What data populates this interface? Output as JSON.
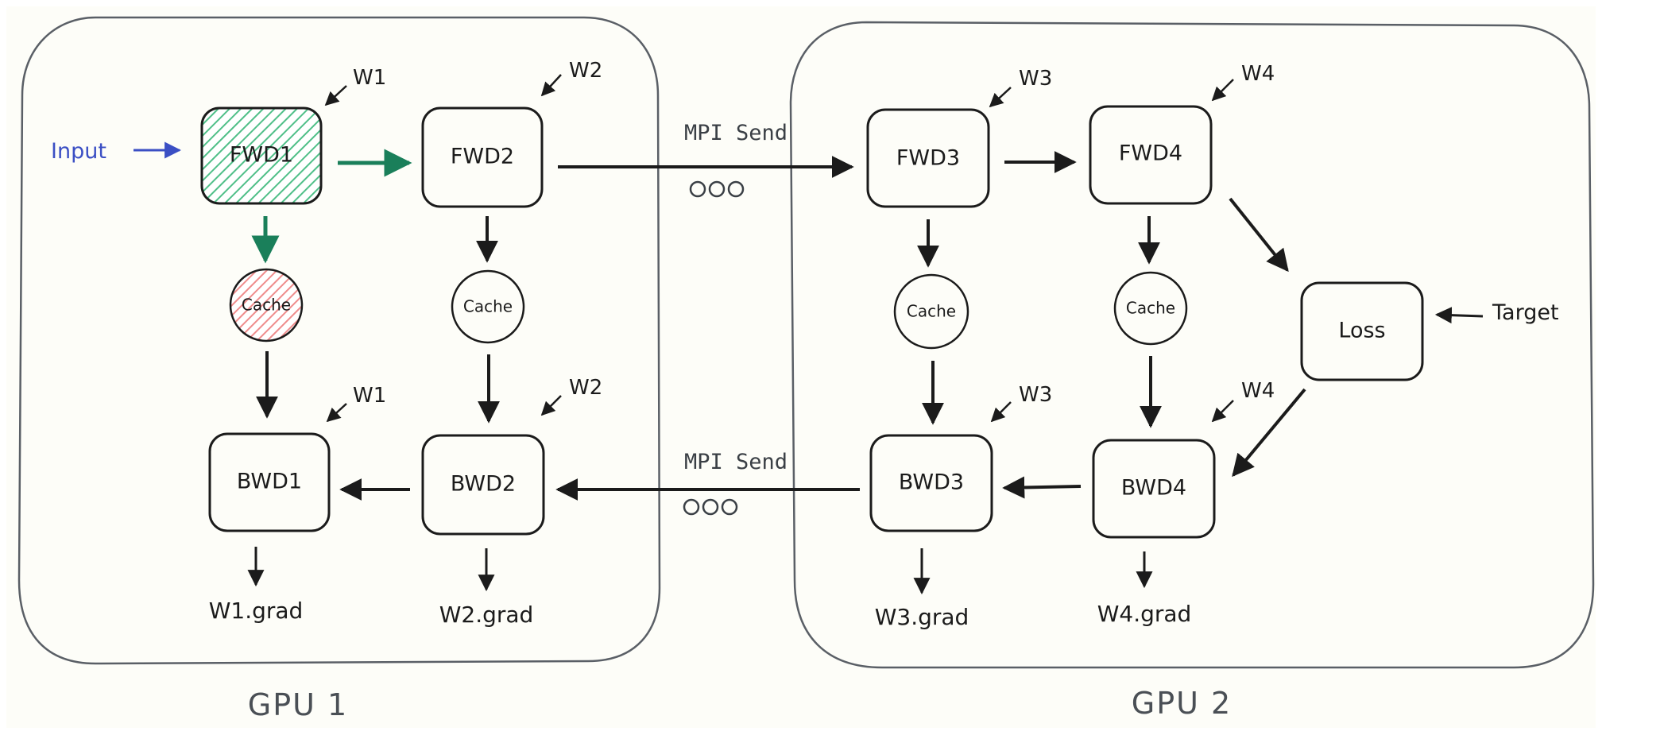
{
  "colors": {
    "background": "#fdfdf8",
    "stroke": "#1b1b1b",
    "panel_stroke": "#5a5f66",
    "input_blue": "#3b4fc4",
    "active_green": "#1a7f5a",
    "active_fill": "#a6e3c4",
    "cache_red_fill": "#f7a8a8"
  },
  "gpu1": {
    "label": "GPU 1"
  },
  "gpu2": {
    "label": "GPU 2"
  },
  "input": {
    "label": "Input"
  },
  "target": {
    "label": "Target"
  },
  "loss": {
    "label": "Loss"
  },
  "mpi_forward": {
    "label": "MPI Send"
  },
  "mpi_backward": {
    "label": "MPI Send"
  },
  "nodes": {
    "fwd1": {
      "label": "FWD1",
      "weight": "W1"
    },
    "fwd2": {
      "label": "FWD2",
      "weight": "W2"
    },
    "fwd3": {
      "label": "FWD3",
      "weight": "W3"
    },
    "fwd4": {
      "label": "FWD4",
      "weight": "W4"
    },
    "bwd1": {
      "label": "BWD1",
      "weight": "W1",
      "grad": "W1.grad"
    },
    "bwd2": {
      "label": "BWD2",
      "weight": "W2",
      "grad": "W2.grad"
    },
    "bwd3": {
      "label": "BWD3",
      "weight": "W3",
      "grad": "W3.grad"
    },
    "bwd4": {
      "label": "BWD4",
      "weight": "W4",
      "grad": "W4.grad"
    }
  },
  "caches": {
    "c1": {
      "label": "Cache"
    },
    "c2": {
      "label": "Cache"
    },
    "c3": {
      "label": "Cache"
    },
    "c4": {
      "label": "Cache"
    }
  },
  "icons": {
    "pending_dots": "ellipsis-icon",
    "arrow": "arrow-icon"
  }
}
